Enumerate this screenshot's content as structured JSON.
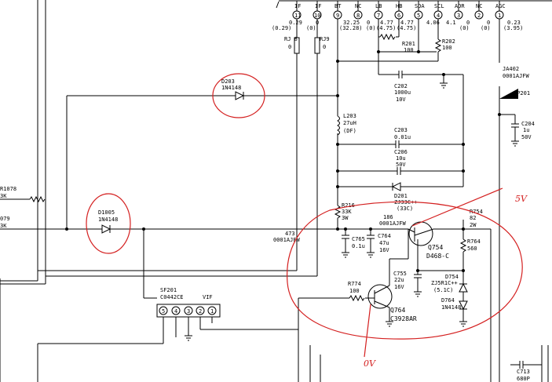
{
  "connector_top": {
    "pins": [
      {
        "num": "11",
        "label": "IF"
      },
      {
        "num": "10",
        "label": "IF"
      },
      {
        "num": "9",
        "label": "BT"
      },
      {
        "num": "8",
        "label": "NC"
      },
      {
        "num": "7",
        "label": "LB"
      },
      {
        "num": "6",
        "label": "HB"
      },
      {
        "num": "5",
        "label": "SDA"
      },
      {
        "num": "4",
        "label": "SCL"
      },
      {
        "num": "3",
        "label": "ADR"
      },
      {
        "num": "2",
        "label": "NC"
      },
      {
        "num": "1",
        "label": "AGC"
      }
    ],
    "voltages_row1": [
      "0.29",
      "0",
      "32.25",
      "0",
      "4.77",
      "4.77",
      "4.06",
      "4.1",
      "0",
      "0",
      "0.23"
    ],
    "voltages_row2": [
      "(0.29)",
      "(0)",
      "(32.28)",
      "(0)",
      "(4.75)",
      "(4.75)",
      "",
      "",
      "(0)",
      "(0)",
      "(3.95)"
    ]
  },
  "components": {
    "rj8": {
      "ref": "RJ 8",
      "value": "0"
    },
    "rj9": {
      "ref": "RJ9",
      "value": "0"
    },
    "r201": {
      "ref": "R201",
      "value": "100"
    },
    "r202": {
      "ref": "R202",
      "value": "100"
    },
    "c202": {
      "ref": "C202",
      "value": "1000u",
      "rating": "10V"
    },
    "d203": {
      "ref": "D203",
      "value": "1N4148"
    },
    "l203": {
      "ref": "L203",
      "value": "27uH",
      "note": "(DF)"
    },
    "c203": {
      "ref": "C203",
      "value": "0.01u"
    },
    "c206": {
      "ref": "C206",
      "value": "10u",
      "rating": "50V"
    },
    "d201": {
      "ref": "D201",
      "value": "ZJ33C++",
      "note": "(33C)"
    },
    "ja402": {
      "ref": "JA402",
      "value": "0001AJFW"
    },
    "tp201": {
      "ref": "TP201"
    },
    "c204": {
      "ref": "C204",
      "value": "1u",
      "rating": "50V"
    },
    "r1078": {
      "ref": "R1078",
      "value": "3K"
    },
    "r1079": {
      "ref": "079",
      "value": "3K"
    },
    "d1005": {
      "ref": "D1005",
      "value": "1N4148"
    },
    "r216": {
      "ref": "R216",
      "value": "33K",
      "rating": "3W"
    },
    "j186": {
      "ref": "186",
      "value": "0001AJFW"
    },
    "j473": {
      "ref": "473",
      "value": "0001AJFW"
    },
    "c765": {
      "ref": "C765",
      "value": "0.1u"
    },
    "c764": {
      "ref": "C764",
      "value": "47u",
      "rating": "16V"
    },
    "q754": {
      "ref": "Q754",
      "value": "D468-C"
    },
    "r754": {
      "ref": "R754",
      "value": "82",
      "rating": "2W"
    },
    "r764": {
      "ref": "R764",
      "value": "560"
    },
    "c755": {
      "ref": "C755",
      "value": "22u",
      "rating": "16V"
    },
    "d754": {
      "ref": "D754",
      "value": "ZJ5R1C++",
      "note": "(5.1C)"
    },
    "d764": {
      "ref": "D764",
      "value": "1N4148"
    },
    "r774": {
      "ref": "R774",
      "value": "100"
    },
    "q764": {
      "ref": "Q764",
      "value": "C3928AR"
    },
    "sf201": {
      "ref": "SF201",
      "value": "C0442CE",
      "label": "VIF"
    },
    "c713": {
      "ref": "C713",
      "value": "680P"
    }
  },
  "sf201_pins": [
    "5",
    "4",
    "3",
    "2",
    "1"
  ],
  "annotations": {
    "v5": "5V",
    "v0": "0V"
  }
}
